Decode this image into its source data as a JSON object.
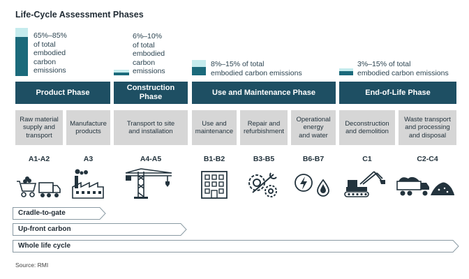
{
  "title": "Life-Cycle Assessment Phases",
  "phases": {
    "product": {
      "label": "Product Phase",
      "share_lines": [
        "65%–85%",
        "of total",
        "embodied",
        "carbon",
        "emissions"
      ]
    },
    "construction": {
      "label_lines": [
        "Construction",
        "Phase"
      ],
      "share_lines": [
        "6%–10%",
        "of total",
        "embodied",
        "carbon",
        "emissions"
      ]
    },
    "use": {
      "label": "Use and Maintenance Phase",
      "share_lines": [
        "8%–15% of total",
        "embodied carbon emissions"
      ]
    },
    "eol": {
      "label": "End-of-Life Phase",
      "share_lines": [
        "3%–15% of total",
        "embodied carbon emissions"
      ]
    }
  },
  "stages": [
    {
      "lines": [
        "Raw material",
        "supply and",
        "transport"
      ],
      "code": "A1-A2",
      "icon": "cart-truck-icon"
    },
    {
      "lines": [
        "Manufacture",
        "products"
      ],
      "code": "A3",
      "icon": "factory-icon"
    },
    {
      "lines": [
        "Transport to site",
        "and installation"
      ],
      "code": "A4-A5",
      "icon": "crane-icon"
    },
    {
      "lines": [
        "Use and",
        "maintenance"
      ],
      "code": "B1-B2",
      "icon": "building-icon"
    },
    {
      "lines": [
        "Repair and",
        "refurbishment"
      ],
      "code": "B3-B5",
      "icon": "gear-wrench-icon"
    },
    {
      "lines": [
        "Operational",
        "energy",
        "and water"
      ],
      "code": "B6-B7",
      "icon": "energy-water-icon"
    },
    {
      "lines": [
        "Deconstruction",
        "and demolition"
      ],
      "code": "C1",
      "icon": "excavator-icon"
    },
    {
      "lines": [
        "Waste transport",
        "and processing",
        "and disposal"
      ],
      "code": "C2-C4",
      "icon": "dump-truck-icon"
    }
  ],
  "boundaries": [
    {
      "label": "Cradle-to-gate"
    },
    {
      "label": "Up-front carbon"
    },
    {
      "label": "Whole life cycle"
    }
  ],
  "colors": {
    "phase": "#1e4f63",
    "stage": "#d6d6d6",
    "bar_dark": "#1b6a7b",
    "bar_light": "#c5ebed"
  },
  "source": "Source: RMI"
}
